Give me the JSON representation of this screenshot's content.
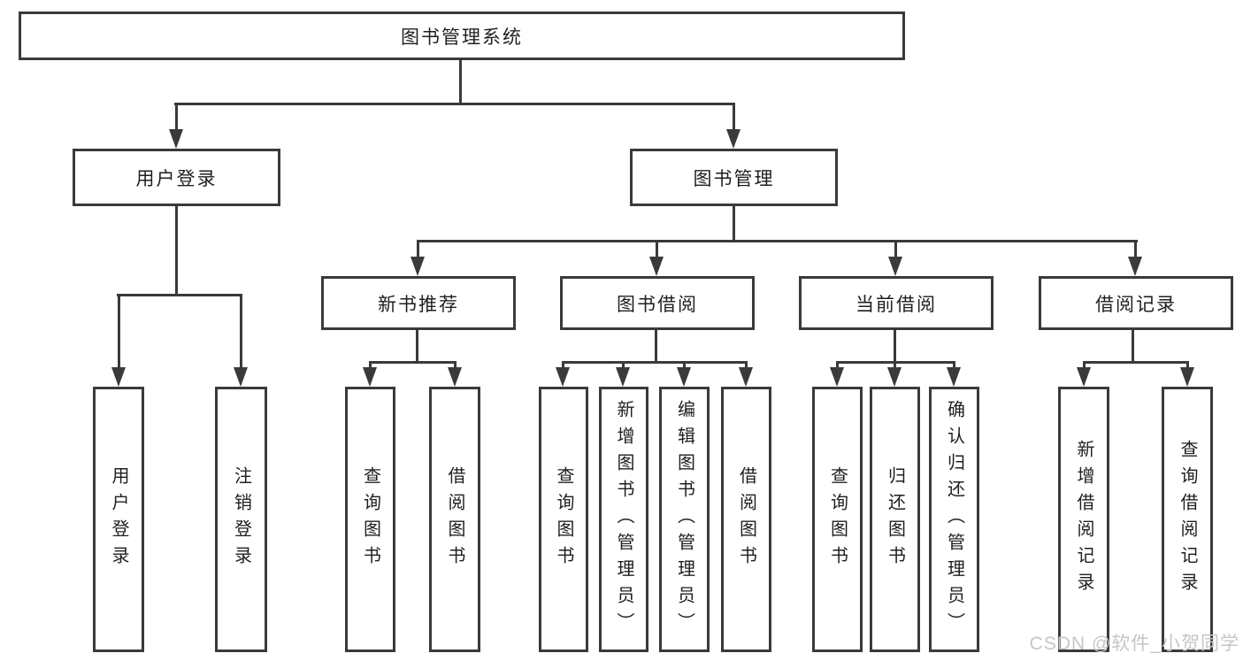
{
  "nodes": {
    "root": "图书管理系统",
    "user_login": "用户登录",
    "book_management": "图书管理",
    "new_book_recommend": "新书推荐",
    "book_borrowing": "图书借阅",
    "current_borrowing": "当前借阅",
    "borrowing_records": "借阅记录",
    "leaf_user_login": "用户登录",
    "leaf_logout": "注销登录",
    "leaf_nb_query_books": "查询图书",
    "leaf_nb_borrow_books": "借阅图书",
    "leaf_bb_query_books": "查询图书",
    "leaf_bb_add_books_admin": "新增图书（管理员）",
    "leaf_bb_edit_books_admin": "编辑图书（管理员）",
    "leaf_bb_borrow_books": "借阅图书",
    "leaf_cb_query_books": "查询图书",
    "leaf_cb_return_books": "归还图书",
    "leaf_cb_confirm_return_admin": "确认归还（管理员）",
    "leaf_br_add_record": "新增借阅记录",
    "leaf_br_query_record": "查询借阅记录"
  },
  "watermark": "CSDN @软件_小贺同学",
  "colors": {
    "line": "#3a3a3a",
    "text": "#1f1f1f",
    "watermark": "#c6c6c6",
    "background": "#ffffff"
  }
}
